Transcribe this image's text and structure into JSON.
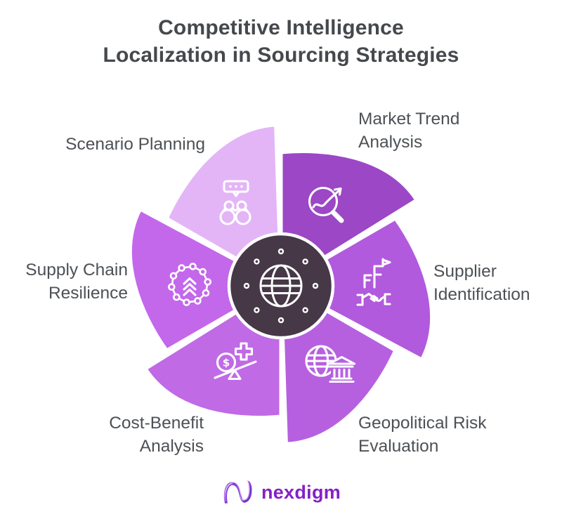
{
  "title": {
    "line1": "Competitive Intelligence",
    "line2": "Localization in Sourcing Strategies"
  },
  "segments": [
    {
      "label": "Scenario Planning",
      "lines": [
        "Scenario Planning"
      ],
      "icon": "binoculars-chat-icon",
      "color": "#e3b5f6"
    },
    {
      "label": "Market Trend Analysis",
      "lines": [
        "Market Trend",
        "Analysis"
      ],
      "icon": "trend-magnifier-icon",
      "color": "#9c47c6"
    },
    {
      "label": "Supplier Identification",
      "lines": [
        "Supplier",
        "Identification"
      ],
      "icon": "factory-handshake-icon",
      "color": "#b15add"
    },
    {
      "label": "Geopolitical Risk Evaluation",
      "lines": [
        "Geopolitical Risk",
        "Evaluation"
      ],
      "icon": "globe-bank-icon",
      "color": "#b660e0"
    },
    {
      "label": "Cost-Benefit Analysis",
      "lines": [
        "Cost-Benefit",
        "Analysis"
      ],
      "icon": "balance-dollar-plus-icon",
      "color": "#c06ae6"
    },
    {
      "label": "Supply Chain Resilience",
      "lines": [
        "Supply Chain",
        "Resilience"
      ],
      "icon": "network-chevrons-icon",
      "color": "#c368ea"
    }
  ],
  "center": {
    "icon": "globe-icon",
    "color": "#463846"
  },
  "coin_symbol": "$",
  "brand": {
    "name": "nexdigm",
    "color": "#8520c6"
  },
  "text_color": "#4d5155"
}
